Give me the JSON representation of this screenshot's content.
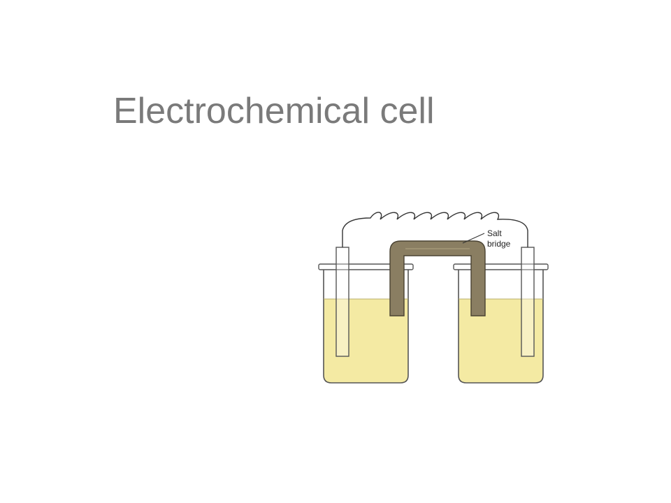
{
  "slide": {
    "title": "Electrochemical cell"
  },
  "diagram": {
    "labels": {
      "salt_bridge_line1": "Salt",
      "salt_bridge_line2": "bridge"
    },
    "colors": {
      "solution": "#f4eaa3",
      "salt_bridge": "#8a7e62",
      "glass_outline": "#555555",
      "wire": "#333333"
    }
  }
}
